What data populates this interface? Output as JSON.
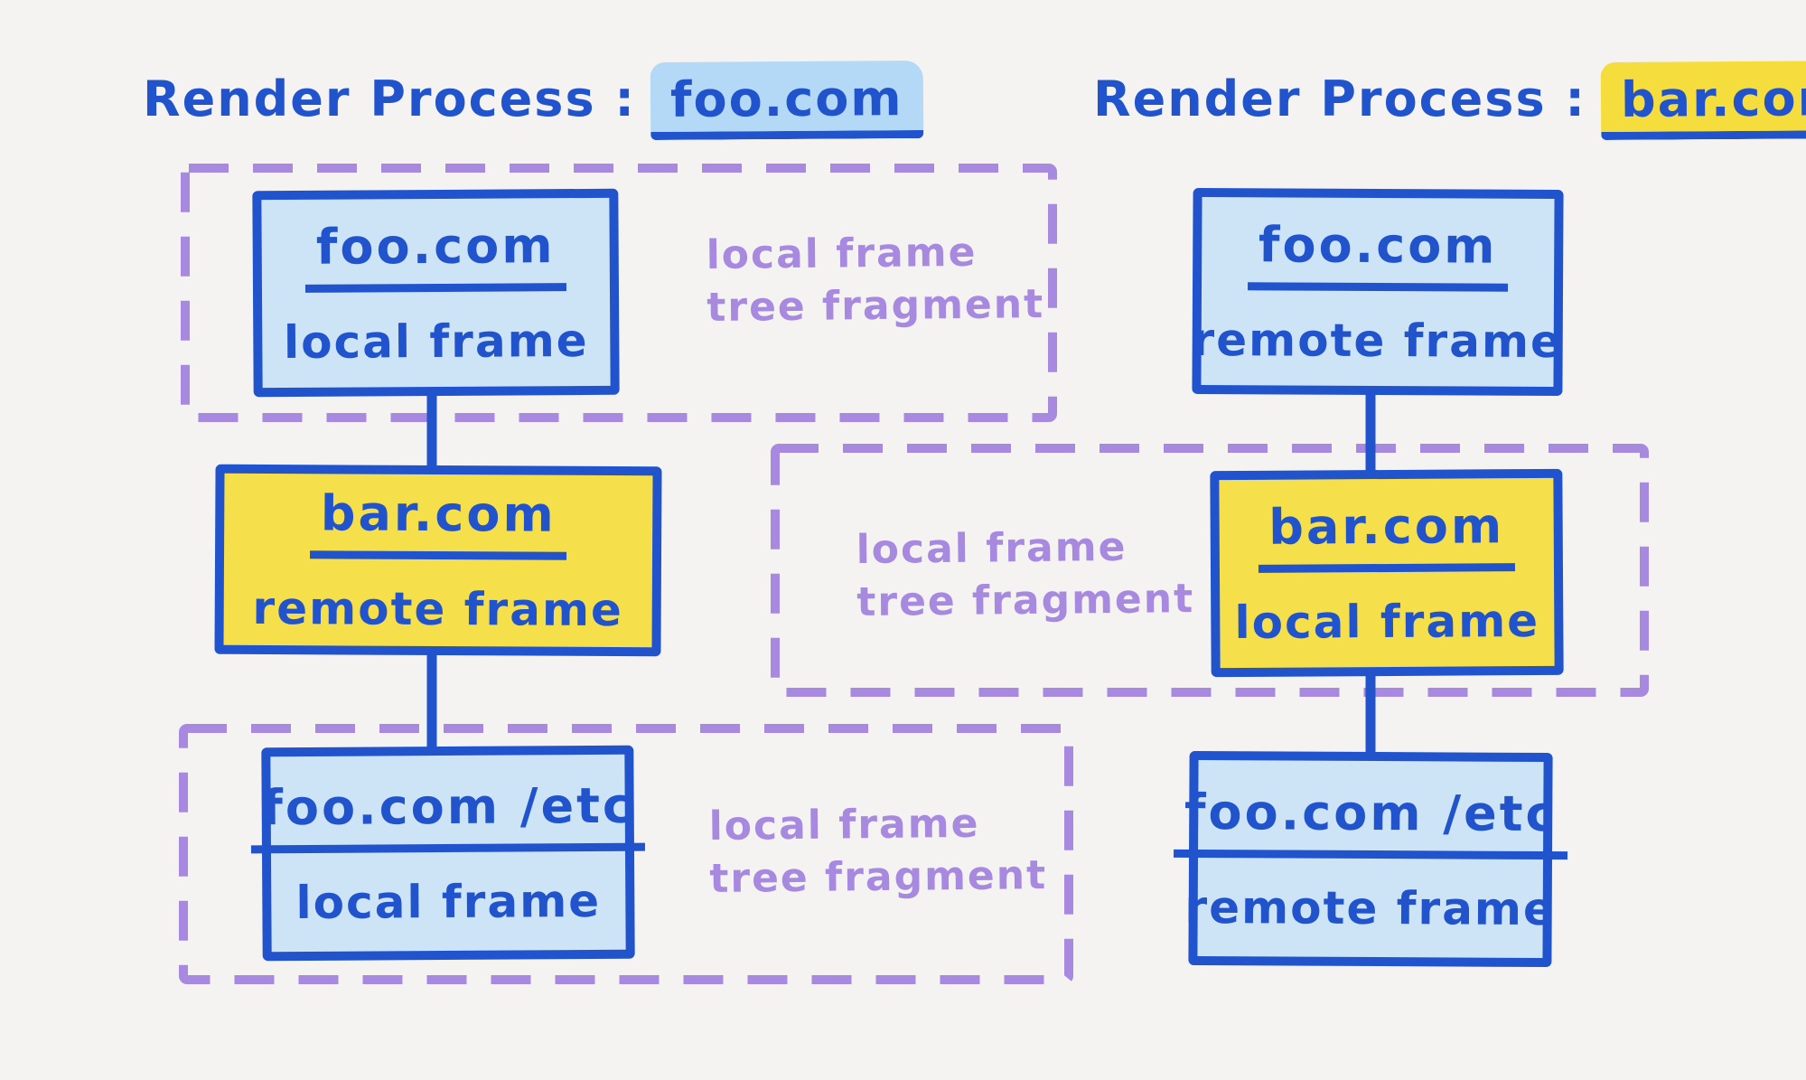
{
  "colors": {
    "background": "#f4f3f1",
    "ink_blue": "#2154cc",
    "light_blue_fill": "#cde4f6",
    "blue_highlight": "#b3d9f6",
    "yellow_fill": "#f5df4b",
    "yellow_highlight": "#f6dd3e",
    "purple_dash": "#a78ae0"
  },
  "titles": {
    "left": {
      "prefix": "Render Process :",
      "domain": "foo.com"
    },
    "right": {
      "prefix": "Render Process :",
      "domain": "bar.com"
    }
  },
  "nodes": {
    "left_top": {
      "domain": "foo.com",
      "frame_type": "local frame"
    },
    "left_mid": {
      "domain": "bar.com",
      "frame_type": "remote frame"
    },
    "left_bottom": {
      "domain": "foo.com /etc",
      "frame_type": "local frame"
    },
    "right_top": {
      "domain": "foo.com",
      "frame_type": "remote frame"
    },
    "right_mid": {
      "domain": "bar.com",
      "frame_type": "local frame"
    },
    "right_bottom": {
      "domain": "foo.com /etc",
      "frame_type": "remote frame"
    }
  },
  "fragment_labels": {
    "left_top": {
      "line1": "local frame",
      "line2": "tree fragment"
    },
    "right_mid": {
      "line1": "local frame",
      "line2": "tree fragment"
    },
    "left_bottom": {
      "line1": "local frame",
      "line2": "tree fragment"
    }
  }
}
